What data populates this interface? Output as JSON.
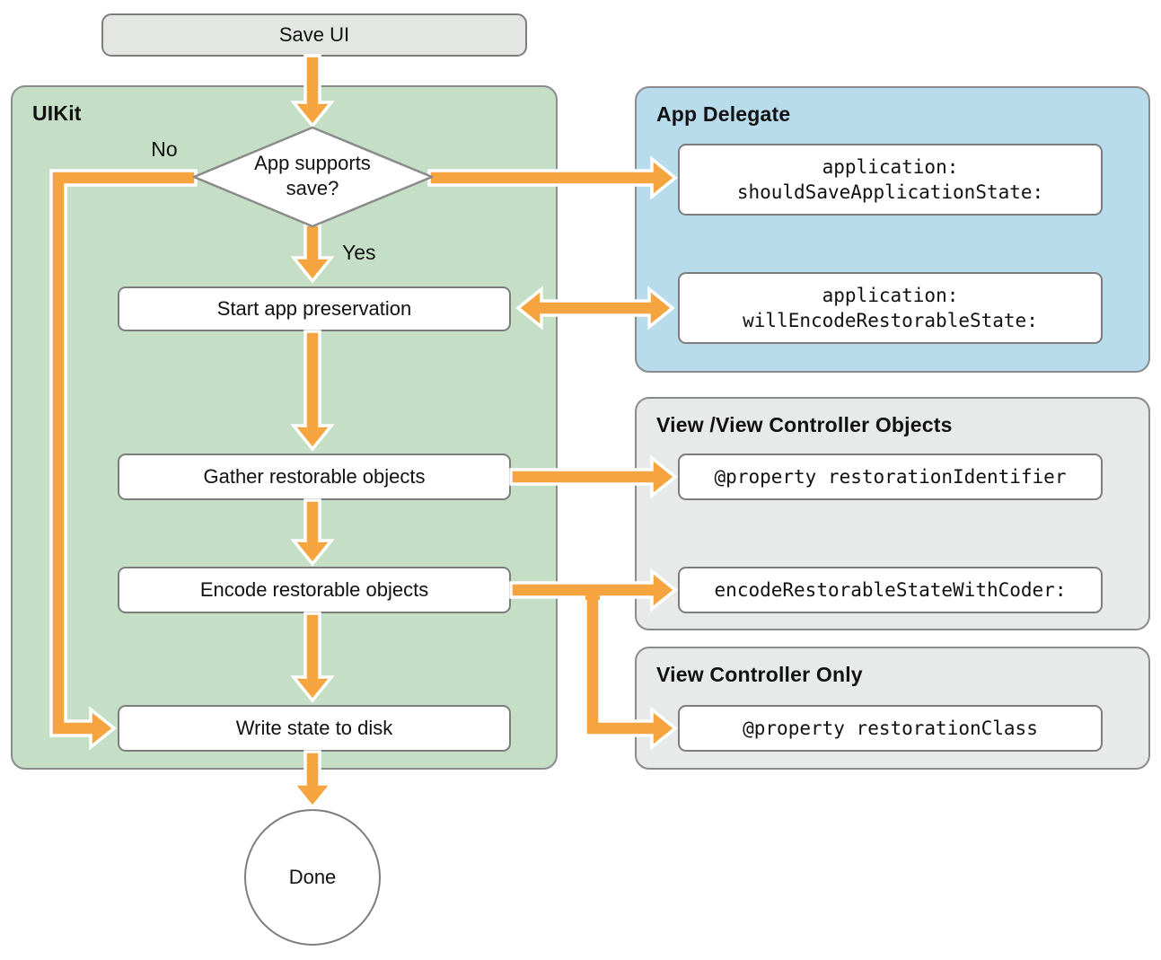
{
  "containers": {
    "uikit": {
      "title": "UIKit"
    },
    "app_delegate": {
      "title": "App Delegate"
    },
    "view_vc": {
      "title": "View /View Controller Objects"
    },
    "vc_only": {
      "title": "View Controller Only"
    }
  },
  "nodes": {
    "save_ui": {
      "label": "Save UI"
    },
    "decision": {
      "label": "App supports save?"
    },
    "start_preservation": {
      "label": "Start app preservation"
    },
    "gather_objects": {
      "label": "Gather restorable objects"
    },
    "encode_objects": {
      "label": "Encode restorable objects"
    },
    "write_state": {
      "label": "Write state to disk"
    },
    "done": {
      "label": "Done"
    },
    "should_save": {
      "label": "application: shouldSaveApplicationState:"
    },
    "will_encode": {
      "label": "application: willEncodeRestorableState:"
    },
    "restoration_identifier": {
      "label": "@property restorationIdentifier"
    },
    "encode_with_coder": {
      "label": "encodeRestorableStateWithCoder:"
    },
    "restoration_class": {
      "label": "@property restorationClass"
    }
  },
  "edge_labels": {
    "no": "No",
    "yes": "Yes"
  },
  "colors": {
    "arrow_orange": "#f5a440",
    "uikit_green": "#c5dfc6",
    "app_delegate_blue": "#b8dcec",
    "panel_gray": "#e8e9e9",
    "node_border_gray": "#7d7d7d",
    "save_ui_fill": "#e4e6e4"
  }
}
